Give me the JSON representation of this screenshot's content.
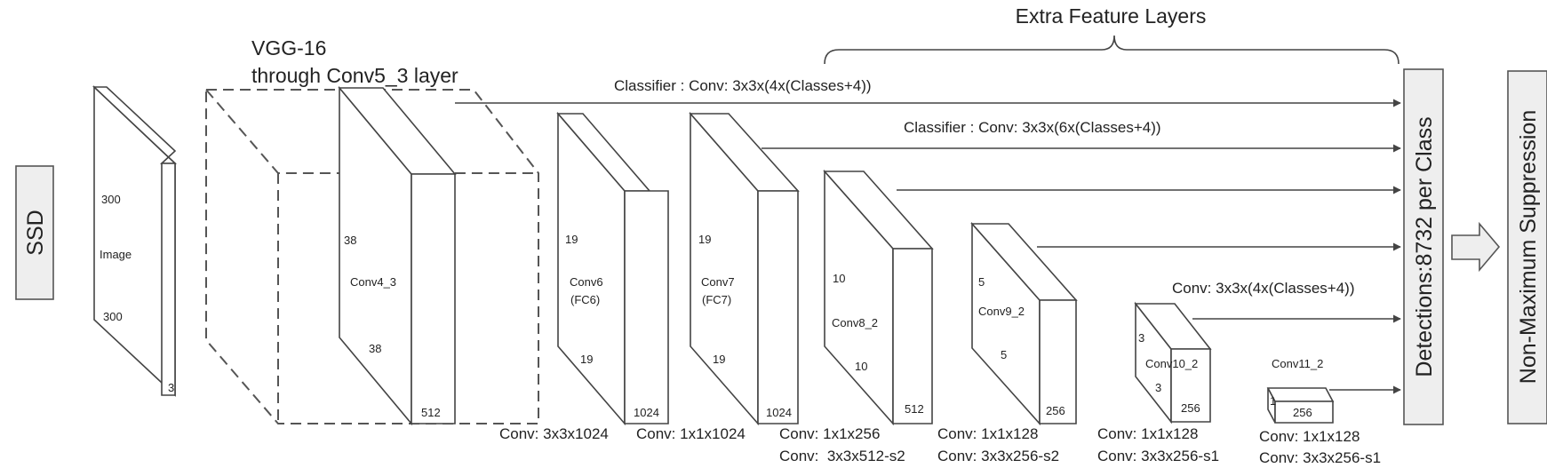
{
  "ssd_label": "SSD",
  "vgg_title_line1": "VGG-16",
  "vgg_title_line2": "through Conv5_3 layer",
  "extra_layers_title": "Extra Feature Layers",
  "classifier_1": "Classifier : Conv: 3x3x(4x(Classes+4))",
  "classifier_2": "Classifier : Conv: 3x3x(6x(Classes+4))",
  "classifier_3": "Conv: 3x3x(4x(Classes+4))",
  "detections_label": "Detections:8732  per Class",
  "nms_label": "Non-Maximum Suppression",
  "layers": {
    "image": {
      "top": "300",
      "name": "Image",
      "bottom": "300",
      "depth": "3"
    },
    "conv4_3": {
      "height": "38",
      "name": "Conv4_3",
      "width": "38",
      "depth": "512"
    },
    "conv6": {
      "height": "19",
      "name_line1": "Conv6",
      "name_line2": "(FC6)",
      "width": "19",
      "depth": "1024"
    },
    "conv7": {
      "height": "19",
      "name_line1": "Conv7",
      "name_line2": "(FC7)",
      "width": "19",
      "depth": "1024"
    },
    "conv8_2": {
      "height": "10",
      "name": "Conv8_2",
      "width": "10",
      "depth": "512"
    },
    "conv9_2": {
      "height": "5",
      "name": "Conv9_2",
      "width": "5",
      "depth": "256"
    },
    "conv10_2": {
      "height": "3",
      "name": "Conv10_2",
      "width": "3",
      "depth": "256"
    },
    "conv11_2": {
      "height": "1",
      "name": "Conv11_2",
      "depth": "256"
    }
  },
  "captions": {
    "conv6_line1": "Conv: 3x3x1024",
    "conv7_line1": "Conv: 1x1x1024",
    "conv8_line1": "Conv: 1x1x256",
    "conv8_line2": "Conv:  3x3x512-s2",
    "conv9_line1": "Conv: 1x1x128",
    "conv9_line2": "Conv: 3x3x256-s2",
    "conv10_line1": "Conv: 1x1x128",
    "conv10_line2": "Conv: 3x3x256-s1",
    "conv11_line1": "Conv: 1x1x128",
    "conv11_line2": "Conv: 3x3x256-s1"
  }
}
